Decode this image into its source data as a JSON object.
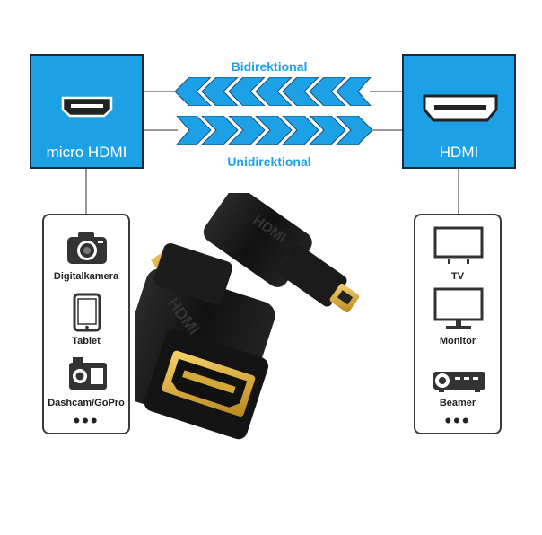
{
  "colors": {
    "accent": "#1da1e6",
    "box_border": "#1b2a3a",
    "panel_border": "#3a3a3a"
  },
  "left_box": {
    "label": "micro HDMI",
    "icon": "micro-hdmi-port-icon"
  },
  "right_box": {
    "label": "HDMI",
    "icon": "hdmi-port-icon"
  },
  "arrows": {
    "top_label": "Bidirektional",
    "bottom_label": "Unidirektional"
  },
  "left_panel": {
    "items": [
      {
        "label": "Digitalkamera",
        "icon": "camera-icon"
      },
      {
        "label": "Tablet",
        "icon": "tablet-icon"
      },
      {
        "label": "Dashcam/GoPro",
        "icon": "action-camera-icon"
      }
    ],
    "more": "•••"
  },
  "right_panel": {
    "items": [
      {
        "label": "TV",
        "icon": "tv-icon"
      },
      {
        "label": "Monitor",
        "icon": "monitor-icon"
      },
      {
        "label": "Beamer",
        "icon": "projector-icon"
      }
    ],
    "more": "•••"
  },
  "product": {
    "adapter_text": "HDMI"
  }
}
